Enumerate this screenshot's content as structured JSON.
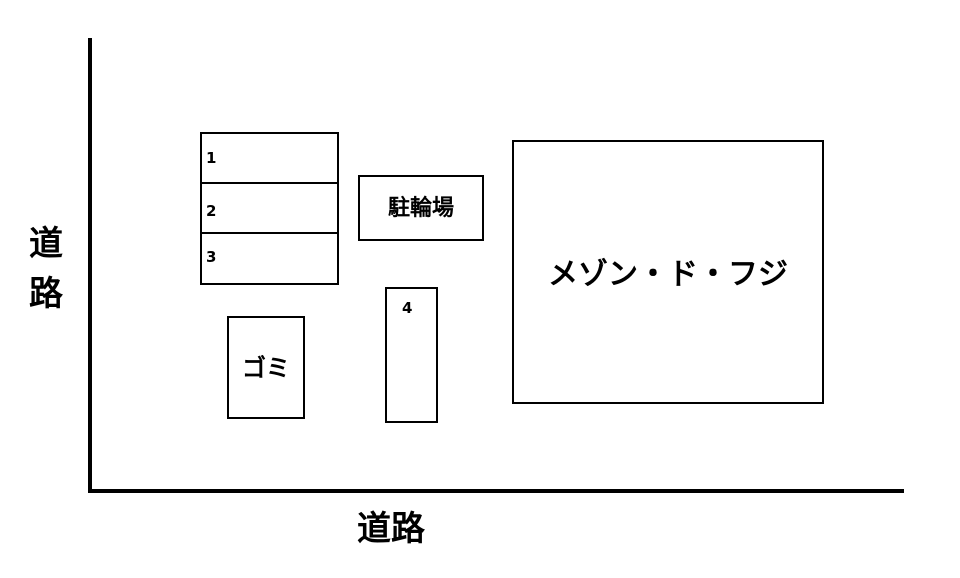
{
  "map": {
    "road_left_label": "道路",
    "road_bottom_label": "道路",
    "parking_slots": [
      "1",
      "2",
      "3",
      "4"
    ],
    "bicycle_parking_label": "駐輪場",
    "garbage_label": "ゴミ",
    "building_label": "メゾン・ド・フジ"
  }
}
